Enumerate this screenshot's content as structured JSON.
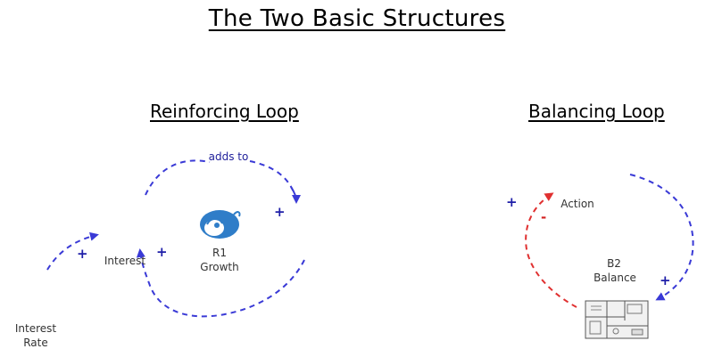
{
  "title": "The Two Basic Structures",
  "reinforcing": {
    "heading": "Reinforcing Loop",
    "edge_label": "adds to",
    "node_interest": "Interest",
    "loop_id": "R1",
    "loop_name": "Growth",
    "input_name_line1": "Interest",
    "input_name_line2": "Rate",
    "polarities": [
      "+",
      "+",
      "+"
    ]
  },
  "balancing": {
    "heading": "Balancing Loop",
    "node_action": "Action",
    "loop_id": "B2",
    "loop_name": "Balance",
    "polarities": [
      "+",
      "-",
      "+"
    ]
  },
  "colors": {
    "blue_link": "#3a3ad6",
    "red_link": "#e03030",
    "plus": "#1f1fa8",
    "minus": "#d31f1f"
  },
  "icons": {
    "r1_icon": "snail-icon",
    "b2_icon": "floorplan-icon"
  }
}
